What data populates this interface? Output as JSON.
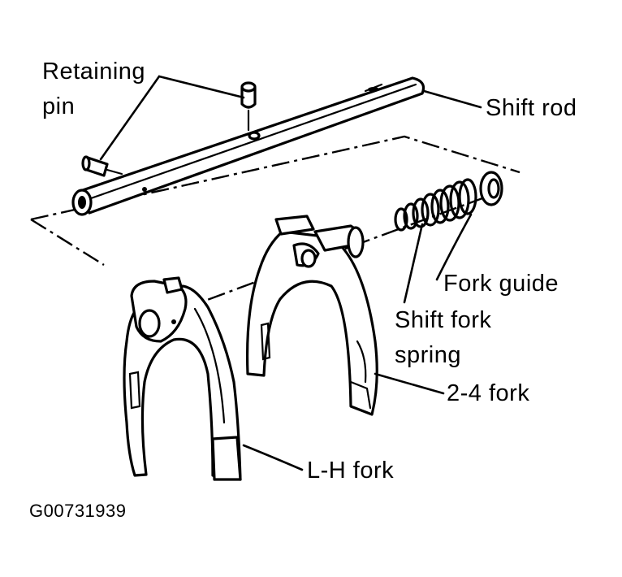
{
  "labels": {
    "retaining_pin_line1": "Retaining",
    "retaining_pin_line2": "pin",
    "shift_rod": "Shift rod",
    "fork_guide": "Fork guide",
    "shift_fork_spring_line1": "Shift fork",
    "shift_fork_spring_line2": "spring",
    "fork_2_4": "2-4 fork",
    "lh_fork": "L-H fork"
  },
  "figure_code": "G00731939"
}
